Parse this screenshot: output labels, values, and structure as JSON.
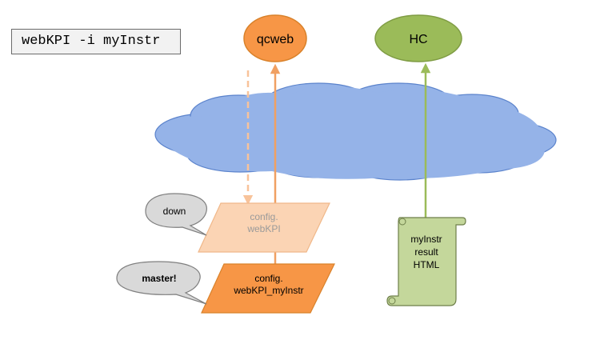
{
  "command": {
    "text": "webKPI -i myInstr"
  },
  "nodes": {
    "qcweb": {
      "label": "qcweb",
      "color": "#f79646"
    },
    "hc": {
      "label": "HC",
      "color": "#9bbb59"
    }
  },
  "cloud": {
    "color": "#95b3e8"
  },
  "configs": {
    "webkpi": {
      "line1": "config.",
      "line2": "webKPI",
      "color": "#fbd4b4"
    },
    "webkpi_myinstr": {
      "line1": "config.",
      "line2": "webKPI_myInstr",
      "color": "#f79646"
    }
  },
  "callouts": {
    "down": {
      "text": "down"
    },
    "master": {
      "text": "master!"
    }
  },
  "scroll": {
    "line1": "myInstr",
    "line2": "result",
    "line3": "HTML",
    "color": "#c4d79b"
  }
}
